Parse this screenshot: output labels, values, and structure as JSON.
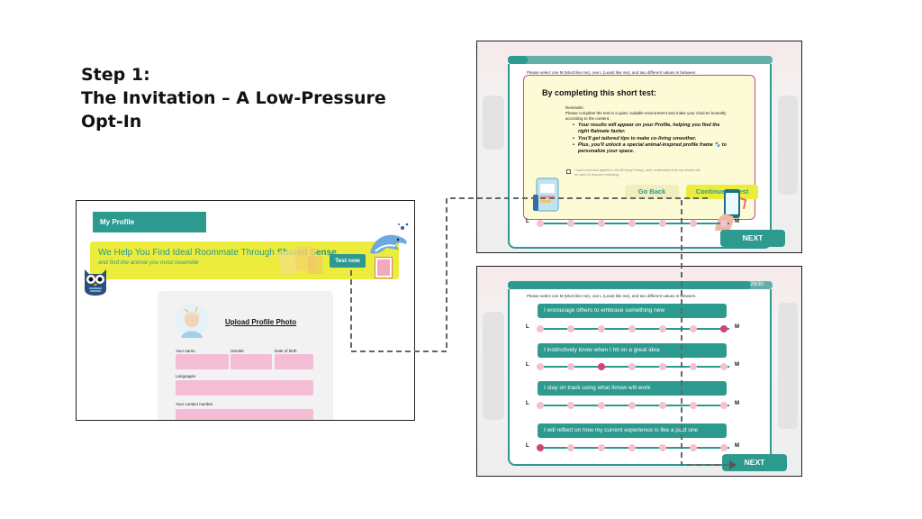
{
  "headline": {
    "line1": "Step 1:",
    "line2": "The Invitation – A Low-Pressure",
    "line3": "Opt-In"
  },
  "profile_screen": {
    "tab_label": "My Profile",
    "banner": {
      "title_prefix": "We Help You Find Ideal Roommate Through ",
      "title_highlight": "Shared Sense",
      "subtitle": "and find the animal you most resemble",
      "cta": "Test now"
    },
    "form": {
      "upload_link": "Upload Profile Photo",
      "labels": {
        "name": "Your name",
        "gender": "Gender",
        "dob": "Date of birth",
        "languages": "Languages",
        "contact": "Your contact number"
      }
    }
  },
  "invitation_screen": {
    "instruction": "Please select one M (Most like me), one L (Least like me), and two different values in between.",
    "modal": {
      "title": "By completing this short test:",
      "reminder_label": "Reminder:",
      "reminder_text": "Please complete the test in a quiet, suitable environment and make your choices honestly according to the content.",
      "bullets": [
        "Your results will appear on your Profile, helping you find the right flatmate faster.",
        "You'll get tailored tips to make co-living smoother.",
        "Plus, you'll unlock a special animal-inspired profile frame 🐾 to personalize your space."
      ],
      "agree_text": "I have read and agreed to the [Privacy Policy], and I understand that my results will be used to improve matching.",
      "back_button": "Go Back",
      "continue_button": "Continue to Test"
    },
    "scale": {
      "low": "L",
      "high": "M"
    },
    "next_button": "NEXT"
  },
  "question_screen": {
    "counter": "29/30",
    "instruction": "Please select one M (Most like me), one L (Least like me), and two different values in between.",
    "scale": {
      "low": "L",
      "high": "M"
    },
    "questions": [
      {
        "text": "I encourage others to embrace something new",
        "selected": 6
      },
      {
        "text": "I instinctively know when I hit on a great idea",
        "selected": 2
      },
      {
        "text": "I stay on track using what Iknow will work",
        "selected": -1
      },
      {
        "text": "I will reflect on how my current experience is like a past one",
        "selected": 0
      }
    ],
    "next_button": "NEXT"
  },
  "colors": {
    "teal": "#2c9a8e",
    "yellow": "#ecec3c",
    "pink": "#f5bcd6",
    "magenta": "#d4417e"
  }
}
